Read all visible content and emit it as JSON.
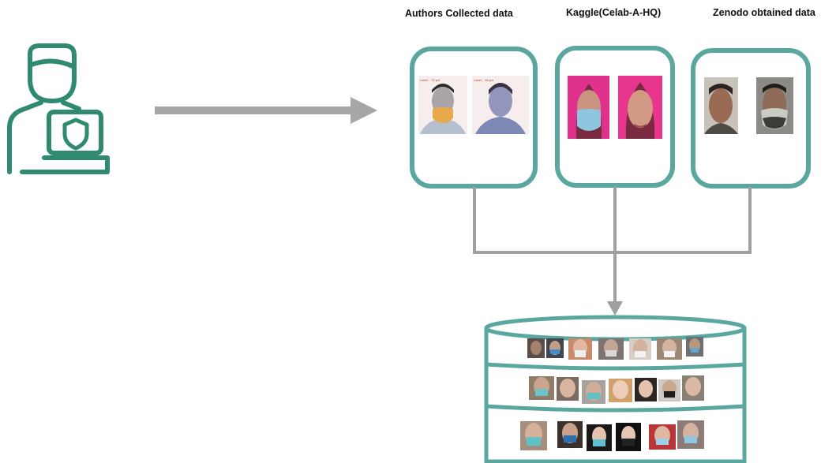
{
  "labels": {
    "authors": "Authors Collected data",
    "kaggle": "Kaggle(Celab-A-HQ)",
    "zenodo": "Zenodo obtained data"
  },
  "photo_captions": {
    "authors_left": "Label: . 75 pct",
    "authors_right": "Label: . 98 pct"
  },
  "colors": {
    "teal": "#5aa7a0",
    "icon_teal": "#2f8a6f",
    "connector_gray": "#a0a0a0",
    "arrow_gray": "#a6a6a6"
  },
  "icons": [
    "user-at-laptop-icon",
    "shield-icon",
    "arrow-right-icon",
    "arrow-down-icon",
    "database-cylinder-icon"
  ]
}
